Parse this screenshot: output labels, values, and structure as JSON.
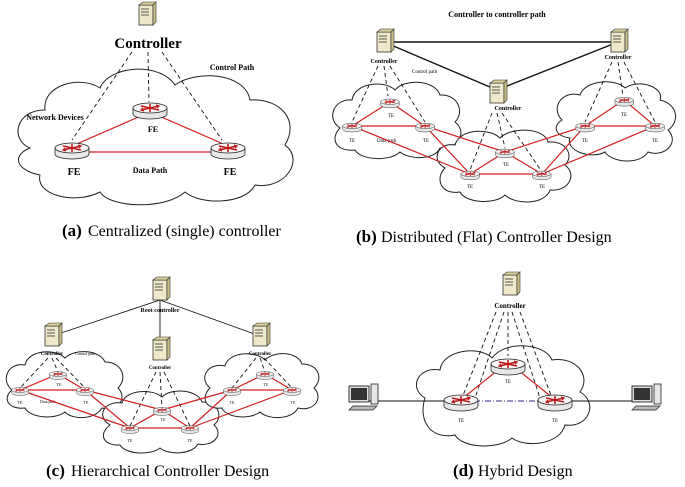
{
  "panel_a": {
    "controller_label": "Controller",
    "control_path_label": "Control Path",
    "network_devices_label": "Network Devices",
    "fe_label": "FE",
    "data_path_label": "Data Path",
    "caption_key": "(a)",
    "caption_text": "Centralized (single) controller"
  },
  "panel_b": {
    "top_label": "Controller to controller path",
    "controller_label": "Controller",
    "control_path_label": "Control path",
    "data_path_label": "Data path",
    "te_label": "TE",
    "caption_key": "(b)",
    "caption_text": "Distributed (Flat) Controller Design"
  },
  "panel_c": {
    "root_label": "Root controller",
    "controller_label": "Controller",
    "control_path_label": "Control path",
    "data_path_label": "Data path",
    "te_label": "TE",
    "caption_key": "(c)",
    "caption_text": "Hierarchical Controller Design"
  },
  "panel_d": {
    "controller_label": "Controller",
    "te_label": "TE",
    "caption_key": "(d)",
    "caption_text": "Hybrid Design"
  },
  "colors": {
    "data_path": "#d42020",
    "control_path": "#111111"
  }
}
